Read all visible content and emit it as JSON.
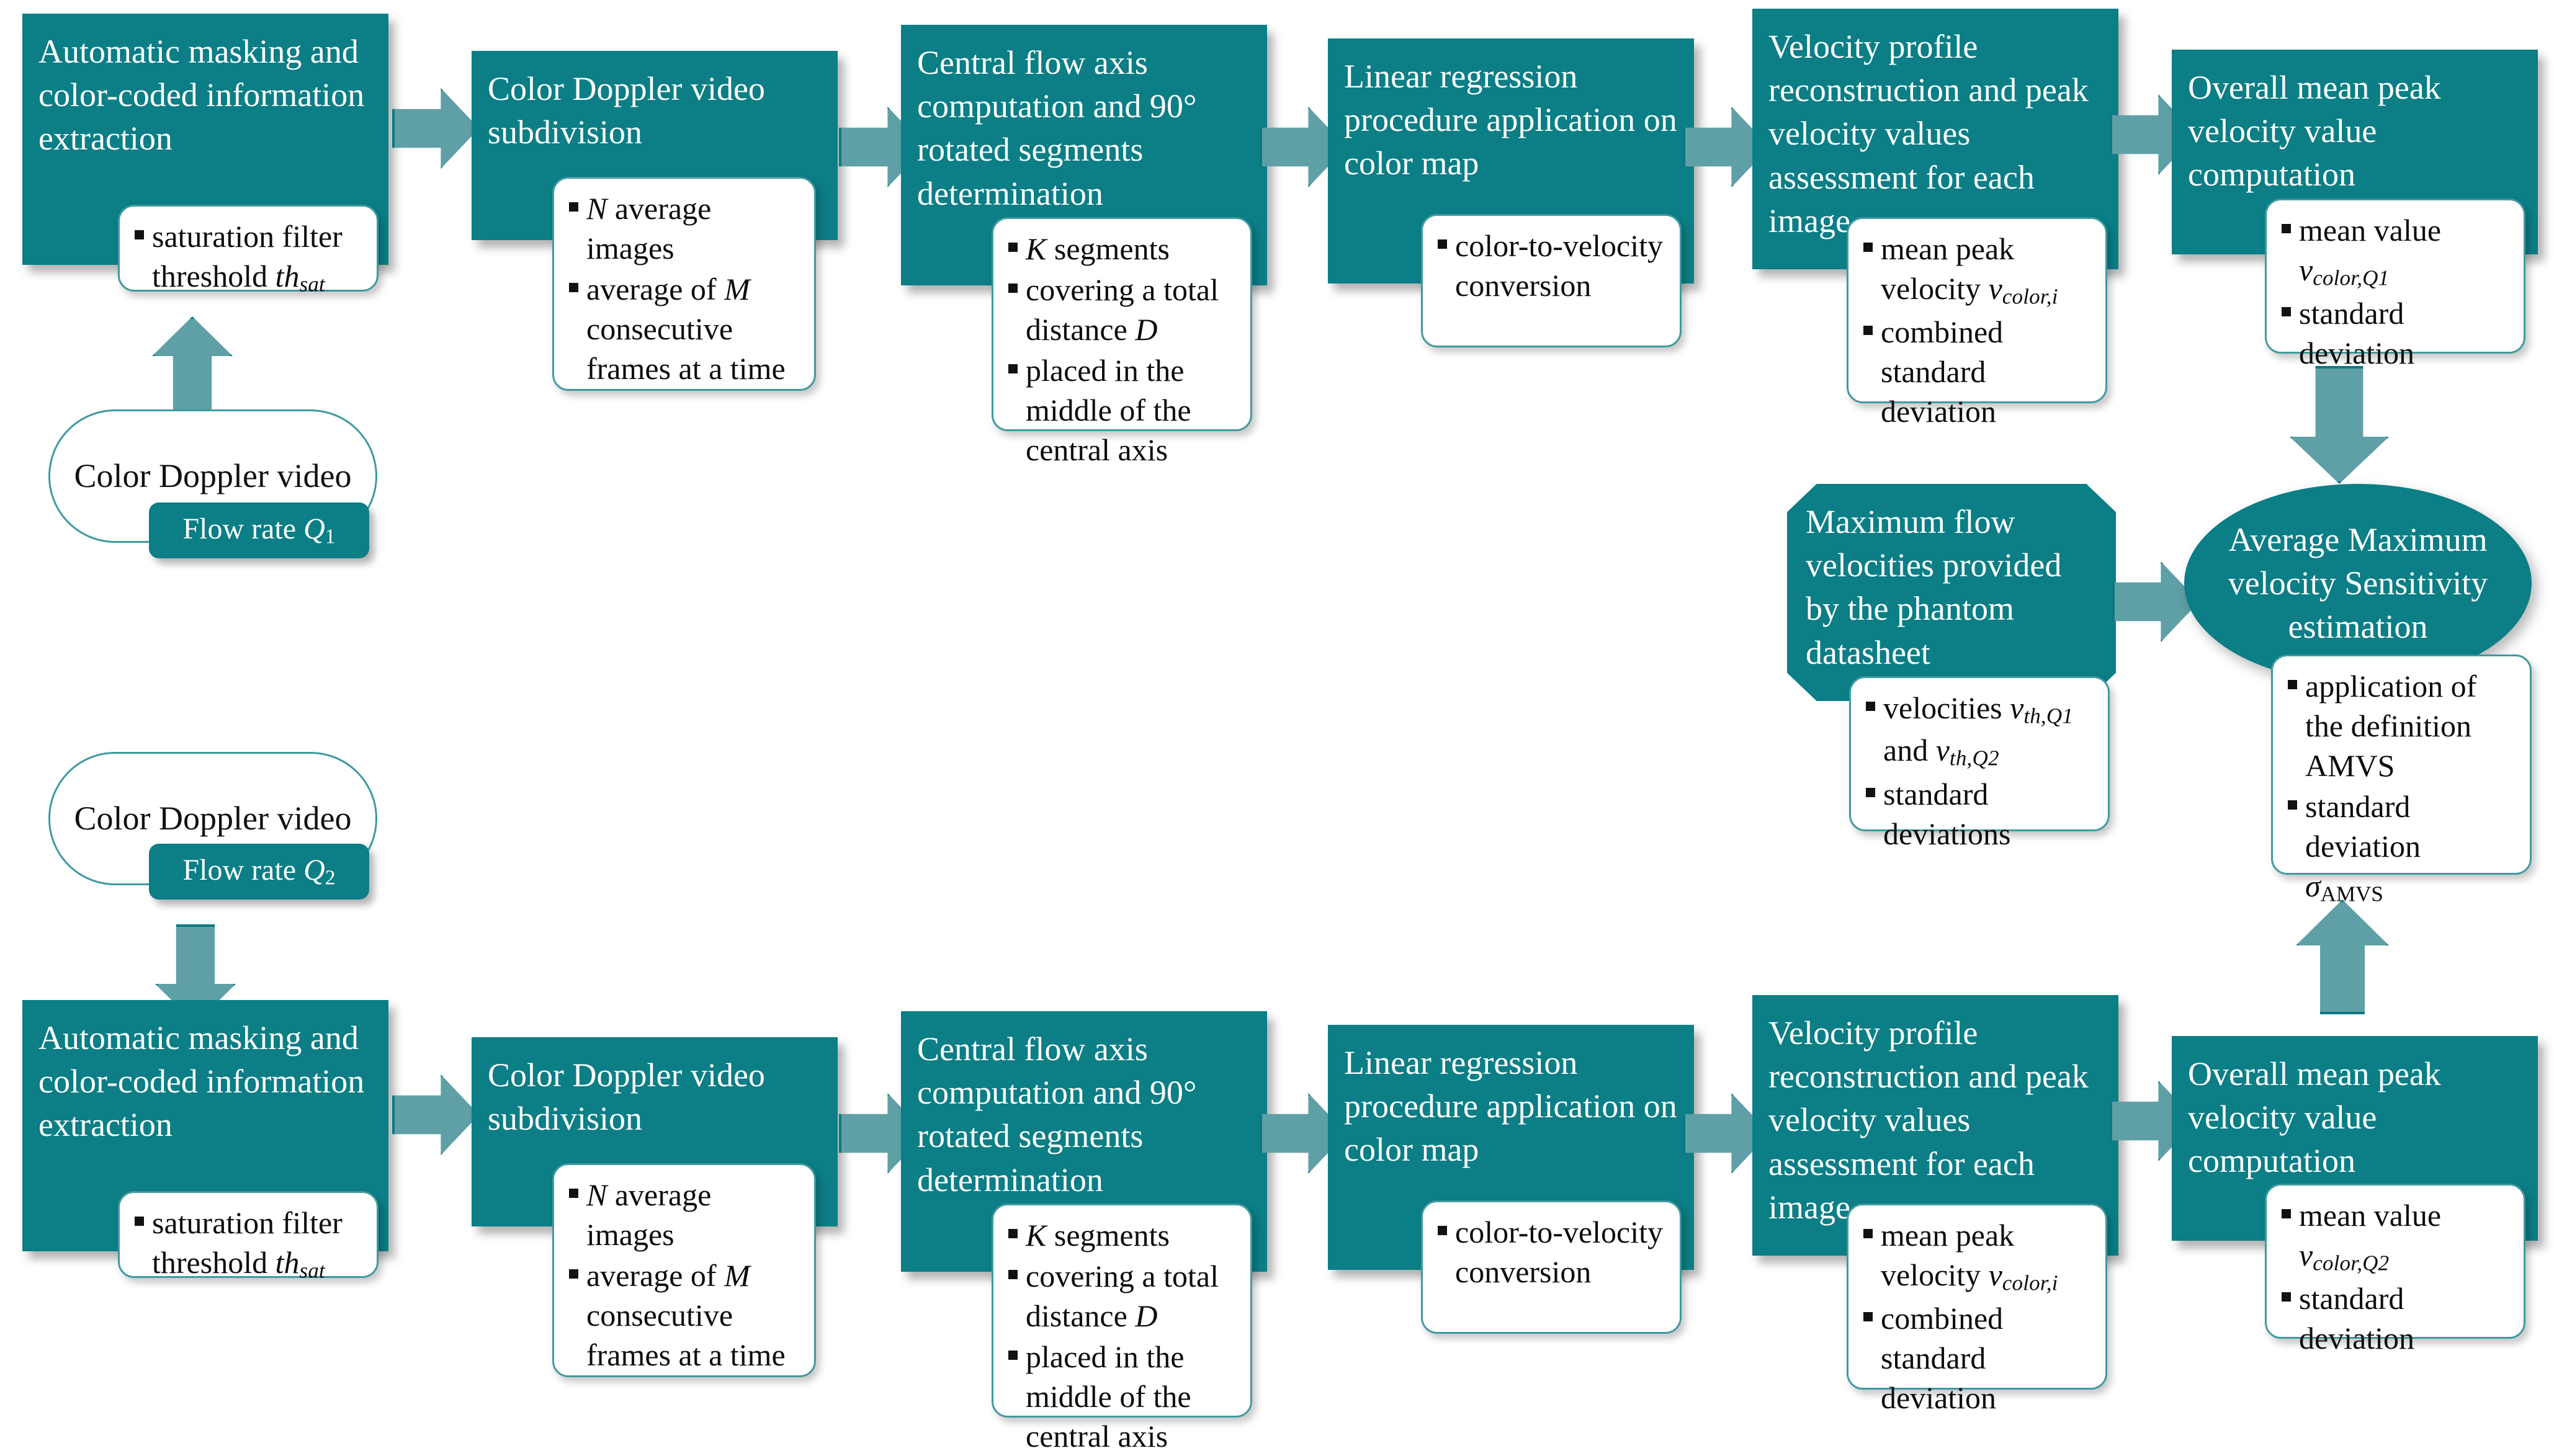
{
  "diagram": {
    "title_present": false,
    "colors": {
      "process_fill": "#0b7e86",
      "arrow_fill": "#5fa0a6",
      "arrow_border": "#0d7880",
      "callout_border": "#3f9aa0",
      "text_on_teal": "#ffffff",
      "text_on_white": "#111111"
    },
    "terminators": [
      {
        "id": "video-q1",
        "label": "Color Doppler video",
        "pill_label_prefix": "Flow rate ",
        "pill_label_sym": "Q",
        "pill_label_sub": "1"
      },
      {
        "id": "video-q2",
        "label": "Color Doppler video",
        "pill_label_prefix": "Flow rate ",
        "pill_label_sym": "Q",
        "pill_label_sub": "2"
      }
    ],
    "rows": [
      {
        "id": "row-q1",
        "steps": [
          {
            "id": "masking-q1",
            "title": "Automatic masking and color-coded information extraction",
            "bullets": [
              {
                "text": "saturation filter threshold ",
                "sym": "th",
                "sub": "sat"
              }
            ]
          },
          {
            "id": "subdivision-q1",
            "title": "Color Doppler video subdivision",
            "bullets": [
              {
                "sym_lead": "N",
                "text": " average images"
              },
              {
                "text_a": "average of ",
                "sym_mid": "M",
                "text_b": " consecutive frames at a time"
              }
            ]
          },
          {
            "id": "axis-q1",
            "title": "Central flow axis computation and 90° rotated segments determination",
            "bullets": [
              {
                "sym_lead": "K",
                "text": " segments"
              },
              {
                "text_a": "covering a total distance ",
                "sym_mid": "D"
              },
              {
                "text": "placed in the middle of the central axis"
              }
            ]
          },
          {
            "id": "regression-q1",
            "title": "Linear regression procedure application on color map",
            "bullets": [
              {
                "text": "color-to-velocity conversion"
              }
            ]
          },
          {
            "id": "profile-q1",
            "title": "Velocity profile reconstruction and peak velocity values assessment for each image",
            "bullets": [
              {
                "text": "mean peak velocity ",
                "sym": "v",
                "sub": "color,i"
              },
              {
                "text": "combined standard deviation"
              }
            ]
          },
          {
            "id": "overall-q1",
            "title": "Overall mean peak velocity value computation",
            "bullets": [
              {
                "text": "mean value ",
                "sym": "v",
                "sub": "color,Q1"
              },
              {
                "text": "standard deviation"
              }
            ]
          }
        ]
      },
      {
        "id": "row-q2",
        "steps": [
          {
            "id": "masking-q2",
            "title": "Automatic masking and color-coded information extraction",
            "bullets": [
              {
                "text": "saturation filter threshold ",
                "sym": "th",
                "sub": "sat"
              }
            ]
          },
          {
            "id": "subdivision-q2",
            "title": "Color Doppler video subdivision",
            "bullets": [
              {
                "sym_lead": "N",
                "text": " average images"
              },
              {
                "text_a": "average of ",
                "sym_mid": "M",
                "text_b": " consecutive frames at a time"
              }
            ]
          },
          {
            "id": "axis-q2",
            "title": "Central flow axis computation and 90° rotated segments determination",
            "bullets": [
              {
                "sym_lead": "K",
                "text": " segments"
              },
              {
                "text_a": "covering a total distance ",
                "sym_mid": "D"
              },
              {
                "text": "placed in the middle of the central axis"
              }
            ]
          },
          {
            "id": "regression-q2",
            "title": "Linear regression procedure application on color map",
            "bullets": [
              {
                "text": "color-to-velocity conversion"
              }
            ]
          },
          {
            "id": "profile-q2",
            "title": "Velocity profile reconstruction and peak velocity values assessment for each image",
            "bullets": [
              {
                "text": "mean peak velocity ",
                "sym": "v",
                "sub": "color,i"
              },
              {
                "text": "combined standard deviation"
              }
            ]
          },
          {
            "id": "overall-q2",
            "title": "Overall mean peak velocity value computation",
            "bullets": [
              {
                "text": "mean value ",
                "sym": "v",
                "sub": "color,Q2"
              },
              {
                "text": "standard deviation"
              }
            ]
          }
        ]
      }
    ],
    "octagon": {
      "id": "phantom-datasheet",
      "title": "Maximum flow velocities provided by the phantom datasheet",
      "bullets": [
        {
          "text_a": "velocities ",
          "sym1": "v",
          "sub1": "th,Q1",
          "text_b": " and ",
          "sym2": "v",
          "sub2": "th,Q2"
        },
        {
          "text": "standard deviations"
        }
      ]
    },
    "result": {
      "id": "amvs-estimation",
      "title": "Average Maximum velocity Sensitivity estimation",
      "bullets": [
        {
          "text": "application of the definition AMVS"
        },
        {
          "text": "standard deviation ",
          "sym": "σ",
          "sub": "AMVS"
        }
      ]
    }
  }
}
